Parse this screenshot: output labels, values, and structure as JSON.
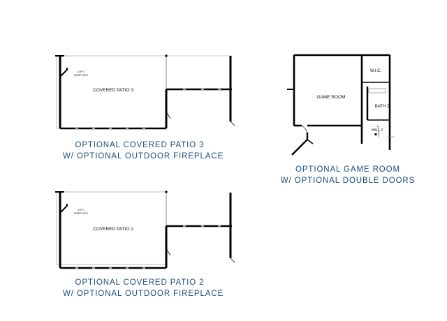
{
  "plans": {
    "patio3": {
      "room_label": "COVERED PATIO 3",
      "fireplace_label_1": "(OPT)",
      "fireplace_label_2": "FIREPLACE",
      "caption_line1": "OPTIONAL COVERED PATIO 3",
      "caption_line2": "W/ OPTIONAL OUTDOOR FIREPLACE"
    },
    "game_room": {
      "room_label": "GAME ROOM",
      "wic_label": "W.I.C.",
      "bath_label": "BATH 2",
      "hall_label": "HALL 2",
      "caption_line1": "OPTIONAL GAME ROOM",
      "caption_line2": "W/ OPTIONAL DOUBLE DOORS"
    },
    "patio2": {
      "room_label": "COVERED PATIO 2",
      "fireplace_label_1": "(OPT)",
      "fireplace_label_2": "FIREPLACE",
      "caption_line1": "OPTIONAL COVERED PATIO 2",
      "caption_line2": "W/ OPTIONAL OUTDOOR FIREPLACE"
    }
  },
  "colors": {
    "wall": "#000000",
    "thin_line": "#777777",
    "caption": "#1b4e7a",
    "background": "#ffffff"
  }
}
